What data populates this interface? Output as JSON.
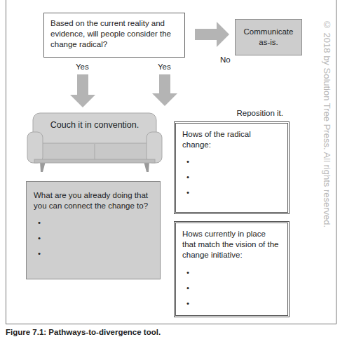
{
  "diagram": {
    "caption": "Figure 7.1: Pathways-to-divergence tool.",
    "nodes": [
      {
        "text": [
          "Based on the current reality and evidence, will people consider the change radical?"
        ]
      },
      {
        "text": [
          "Communicate as-is."
        ]
      },
      {
        "text": [
          "Couch it in convention."
        ]
      },
      {
        "text": [
          "What are you already doing that you can connect the change to?",
          "•",
          "•",
          "•"
        ]
      },
      {
        "text": [
          "Reposition it.",
          "Hows of the radical change:",
          "•",
          "•",
          "•"
        ]
      },
      {
        "text": [
          "Hows currently in place that match the vision of the change initiative:",
          "•",
          "•",
          "•"
        ]
      }
    ],
    "edges": [
      {
        "from": 0,
        "to": 1,
        "label": "No",
        "arrow": "to"
      },
      {
        "from": 0,
        "to": 2,
        "label": "Yes",
        "arrow": "to"
      },
      {
        "from": 0,
        "to": 4,
        "label": "Yes",
        "arrow": "to"
      }
    ],
    "labels": [
      "© 2018 by Solution Tree Press. All rights reserved."
    ]
  }
}
